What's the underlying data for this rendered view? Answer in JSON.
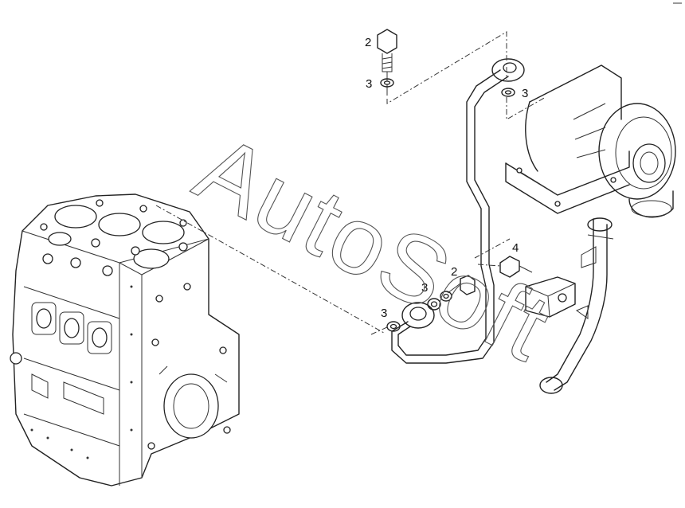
{
  "watermark": "AutoSoft",
  "callouts": [
    {
      "id": "c1",
      "text": "2"
    },
    {
      "id": "c2",
      "text": "3"
    },
    {
      "id": "c3",
      "text": "3"
    },
    {
      "id": "c4",
      "text": "4"
    },
    {
      "id": "c5",
      "text": "2"
    },
    {
      "id": "c6",
      "text": "3"
    },
    {
      "id": "c7",
      "text": "3"
    }
  ],
  "colors": {
    "line": "#222222",
    "background": "#ffffff"
  }
}
